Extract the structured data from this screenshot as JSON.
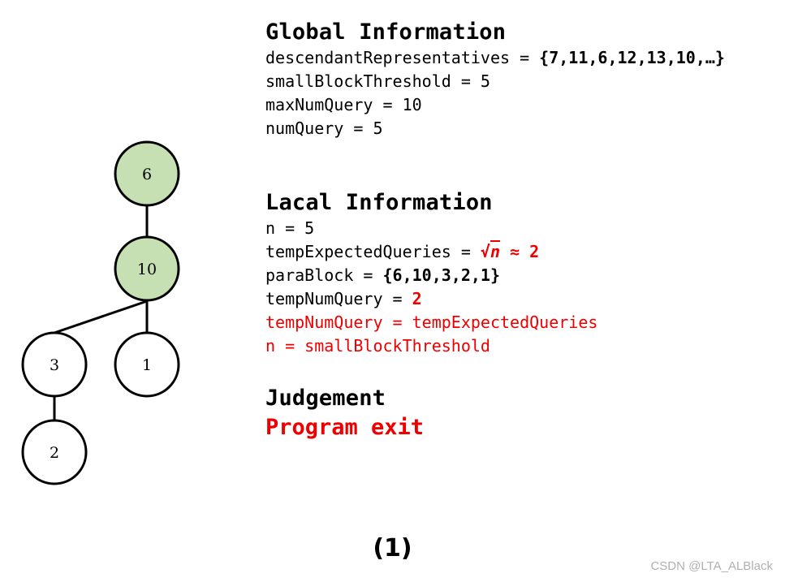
{
  "tree": {
    "fill_color": "#c6e0b4",
    "nodes": [
      {
        "id": "6",
        "label": "6",
        "highlighted": true
      },
      {
        "id": "10",
        "label": "10",
        "highlighted": true
      },
      {
        "id": "3",
        "label": "3",
        "highlighted": false
      },
      {
        "id": "1",
        "label": "1",
        "highlighted": false
      },
      {
        "id": "2",
        "label": "2",
        "highlighted": false
      }
    ],
    "edges": [
      [
        "6",
        "10"
      ],
      [
        "10",
        "3"
      ],
      [
        "10",
        "1"
      ],
      [
        "3",
        "2"
      ]
    ]
  },
  "global": {
    "title": "Global Information",
    "descendant_key": "descendantRepresentatives = ",
    "descendant_value": "{7,11,6,12,13,10,…}",
    "small_block": "smallBlockThreshold = 5",
    "max_num_query": "maxNumQuery = 10",
    "num_query": "numQuery = 5"
  },
  "local": {
    "title": "Lacal Information",
    "n": "n = 5",
    "temp_expected_key": "tempExpectedQueries = ",
    "sqrt_symbol": "√",
    "sqrt_var": "n",
    "temp_expected_value": " ≈ 2",
    "para_block_key": "paraBlock = ",
    "para_block_value": "{6,10,3,2,1}",
    "temp_num_query_key": "tempNumQuery = ",
    "temp_num_query_value": "2",
    "condition_1": "tempNumQuery = tempExpectedQueries",
    "condition_2": "n = smallBlockThreshold"
  },
  "judgement": {
    "title": "Judgement",
    "result": "Program exit"
  },
  "figure_label": "(1)",
  "watermark": "CSDN @LTA_ALBlack",
  "colors": {
    "highlight_red": "#ee0000",
    "node_fill": "#c6e0b4"
  }
}
